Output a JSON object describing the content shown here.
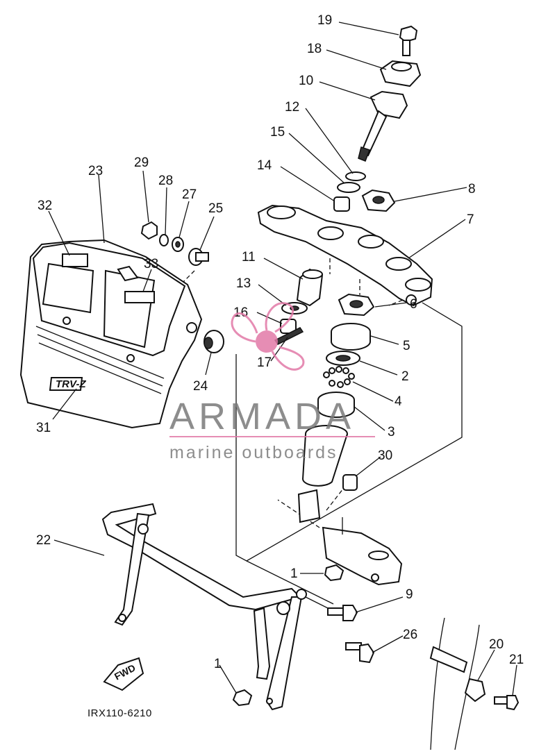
{
  "diagram": {
    "drawing_code": "IRX110-6210",
    "fwd_label": "FWD",
    "badge_text": "TRV-Z",
    "parts": [
      {
        "label": "19"
      },
      {
        "label": "18"
      },
      {
        "label": "10"
      },
      {
        "label": "12"
      },
      {
        "label": "15"
      },
      {
        "label": "14"
      },
      {
        "label": "8"
      },
      {
        "label": "7"
      },
      {
        "label": "11"
      },
      {
        "label": "13"
      },
      {
        "label": "16"
      },
      {
        "label": "6"
      },
      {
        "label": "5"
      },
      {
        "label": "2"
      },
      {
        "label": "17"
      },
      {
        "label": "4"
      },
      {
        "label": "3"
      },
      {
        "label": "30"
      },
      {
        "label": "1"
      },
      {
        "label": "9"
      },
      {
        "label": "26"
      },
      {
        "label": "20"
      },
      {
        "label": "21"
      },
      {
        "label": "1"
      },
      {
        "label": "22"
      },
      {
        "label": "23"
      },
      {
        "label": "29"
      },
      {
        "label": "28"
      },
      {
        "label": "27"
      },
      {
        "label": "25"
      },
      {
        "label": "32"
      },
      {
        "label": "33"
      },
      {
        "label": "24"
      },
      {
        "label": "31"
      }
    ]
  },
  "watermark": {
    "brand": "ARMADA",
    "tagline": "marine outboards",
    "brand_color": "#7a7a7a",
    "accent_color": "#e27aa8"
  }
}
